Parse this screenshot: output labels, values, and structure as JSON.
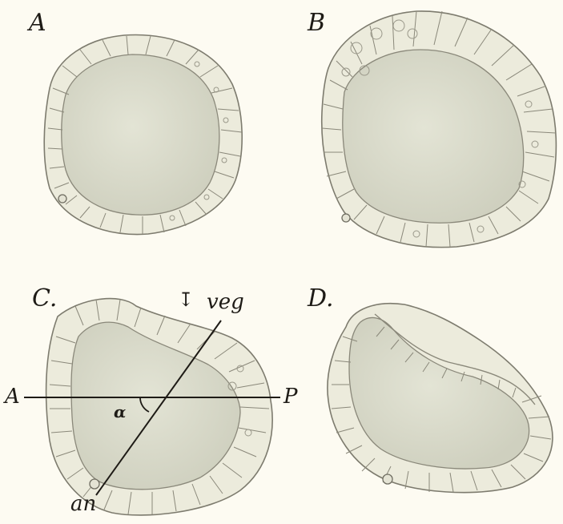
{
  "figure": {
    "panels": [
      {
        "letter": "A"
      },
      {
        "letter": "B"
      },
      {
        "letter": "C."
      },
      {
        "letter": "D."
      }
    ],
    "axis_labels": {
      "anterior": "A",
      "posterior": "P",
      "vegetal": "veg",
      "animal": "an",
      "angle": "α"
    },
    "arrow_glyph": "↧"
  },
  "colors": {
    "background": "#fdfbf2",
    "cell_layer": "#ecebdc",
    "blastocoel": "#dadbcb",
    "outline": "#7d7b6e",
    "ink": "#1e1b16"
  }
}
